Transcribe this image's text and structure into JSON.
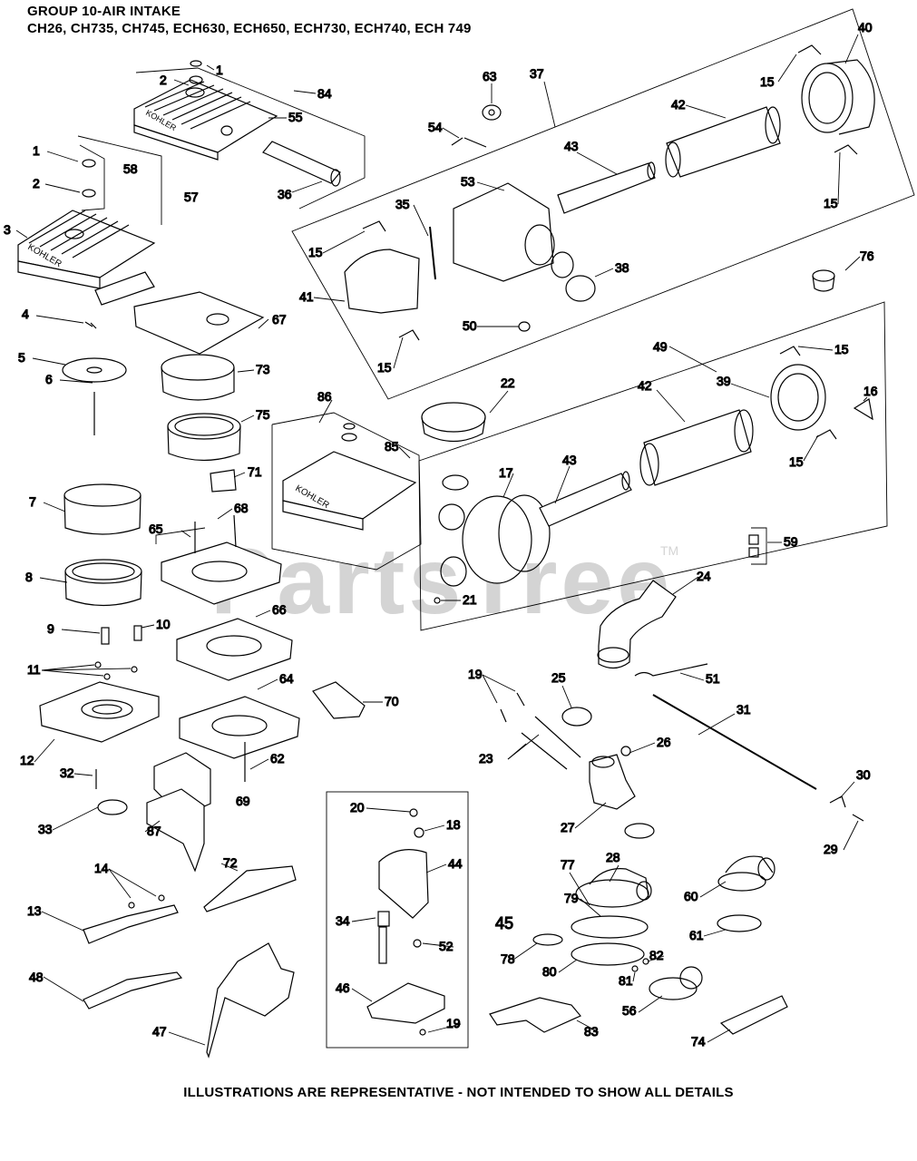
{
  "header": {
    "group_title": "GROUP 10-AIR INTAKE",
    "models": "CH26, CH735, CH745, ECH630, ECH650, ECH730, ECH740, ECH 749"
  },
  "footer": {
    "note": "ILLUSTRATIONS ARE REPRESENTATIVE - NOT INTENDED TO SHOW ALL DETAILS"
  },
  "watermark": {
    "text": "PartsTree",
    "tm": "TM"
  },
  "brand_labels": {
    "kohler": "KOHLER"
  },
  "callouts": [
    "1",
    "2",
    "84",
    "55",
    "36",
    "1",
    "58",
    "2",
    "57",
    "3",
    "67",
    "4",
    "5",
    "73",
    "6",
    "75",
    "7",
    "71",
    "65",
    "68",
    "8",
    "66",
    "9",
    "10",
    "11",
    "64",
    "70",
    "12",
    "62",
    "32",
    "69",
    "33",
    "87",
    "14",
    "72",
    "13",
    "48",
    "47",
    "63",
    "37",
    "54",
    "40",
    "42",
    "15",
    "43",
    "53",
    "15",
    "35",
    "15",
    "38",
    "41",
    "76",
    "50",
    "15",
    "49",
    "15",
    "39",
    "42",
    "16",
    "86",
    "22",
    "85",
    "43",
    "17",
    "15",
    "59",
    "21",
    "24",
    "51",
    "19",
    "25",
    "31",
    "26",
    "23",
    "30",
    "27",
    "29",
    "20",
    "18",
    "44",
    "28",
    "77",
    "60",
    "34",
    "79",
    "45",
    "52",
    "61",
    "78",
    "82",
    "80",
    "81",
    "46",
    "56",
    "19",
    "83",
    "74"
  ]
}
